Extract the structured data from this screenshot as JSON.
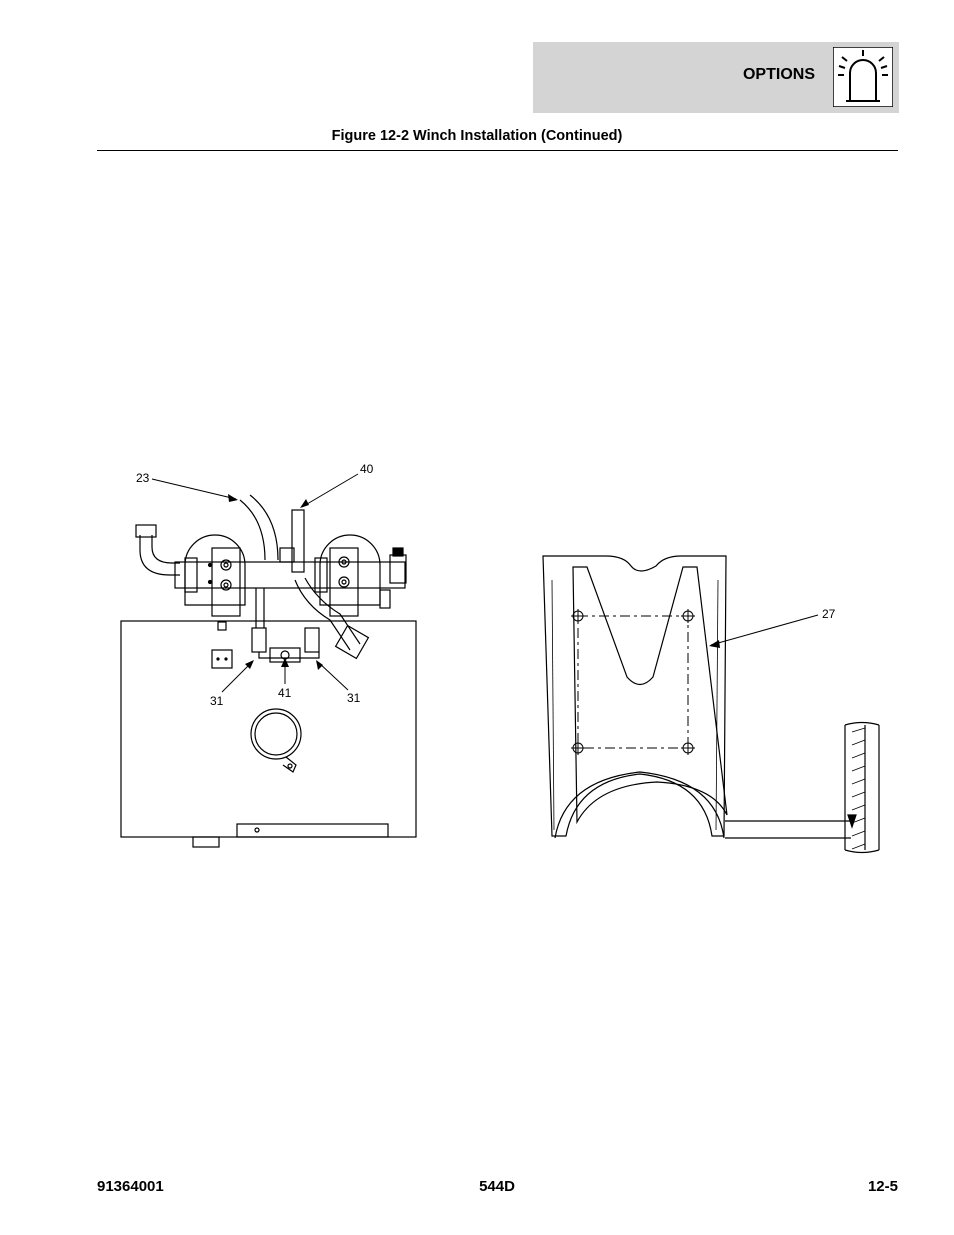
{
  "header": {
    "section_title": "OPTIONS",
    "section_icon": "beacon-light-icon"
  },
  "figure": {
    "title": "Figure 12-2 Winch Installation (Continued)",
    "callouts": {
      "c23": "23",
      "c40": "40",
      "c31_left": "31",
      "c41": "41",
      "c31_right": "31",
      "c27": "27"
    }
  },
  "footer": {
    "doc_number": "91364001",
    "model": "544D",
    "page": "12-5"
  }
}
